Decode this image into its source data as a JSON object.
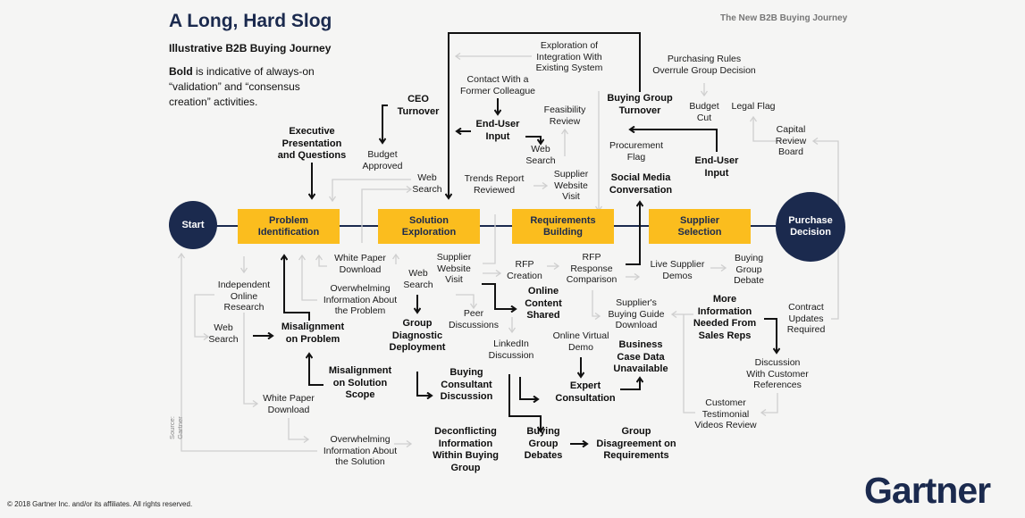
{
  "header": {
    "title": "A Long, Hard Slog",
    "subtitle": "Illustrative B2B Buying Journey",
    "legend_bold": "Bold",
    "legend_rest": " is indicative of always-on\n“validation” and “consensus\ncreation” activities.",
    "top_right": "The New B2B Buying Journey"
  },
  "colors": {
    "navy": "#1b2a4e",
    "stage_yellow": "#fbbd1e",
    "background": "#f5f5f4",
    "minor_arrow": "#cfcfcf"
  },
  "stages": {
    "start": "Start",
    "problem": "Problem\nIdentification",
    "solution": "Solution\nExploration",
    "requirements": "Requirements\nBuilding",
    "supplier": "Supplier\nSelection",
    "purchase": "Purchase\nDecision"
  },
  "activities": {
    "exploration_integration": "Exploration of\nIntegration With\nExisting System",
    "contact_colleague": "Contact With a\nFormer Colleague",
    "feasibility": "Feasibility\nReview",
    "web_search_top": "Web\nSearch",
    "budget_approved": "Budget\nApproved",
    "web_search_2": "Web\nSearch",
    "trends_report": "Trends Report\nReviewed",
    "supplier_visit_top": "Supplier\nWebsite\nVisit",
    "purchasing_rules": "Purchasing Rules\nOverrule Group Decision",
    "budget_cut": "Budget\nCut",
    "legal_flag": "Legal Flag",
    "procurement_flag": "Procurement\nFlag",
    "capital_review": "Capital\nReview\nBoard",
    "white_paper_1": "White Paper\nDownload",
    "web_search_3": "Web\nSearch",
    "supplier_visit_2": "Supplier\nWebsite\nVisit",
    "rfp_creation": "RFP\nCreation",
    "rfp_response": "RFP\nResponse\nComparison",
    "live_demos": "Live Supplier\nDemos",
    "buying_group_debate": "Buying\nGroup\nDebate",
    "independent_research": "Independent\nOnline\nResearch",
    "overwhelming_problem": "Overwhelming\nInformation About\nthe Problem",
    "peer_discussions": "Peer\nDiscussions",
    "buying_guide": "Supplier's\nBuying Guide\nDownload",
    "contract_updates": "Contract\nUpdates\nRequired",
    "web_search_4": "Web\nSearch",
    "online_demo": "Online Virtual\nDemo",
    "linkedin": "LinkedIn\nDiscussion",
    "customer_references": "Discussion\nWith Customer\nReferences",
    "testimonial_videos": "Customer\nTestimonial\nVideos Review",
    "white_paper_2": "White Paper\nDownload",
    "overwhelming_solution": "Overwhelming\nInformation About\nthe Solution"
  },
  "bold_activities": {
    "ceo_turnover": "CEO\nTurnover",
    "executive_presentation": "Executive\nPresentation\nand Questions",
    "end_user_input_1": "End-User\nInput",
    "buying_group_turnover": "Buying Group\nTurnover",
    "end_user_input_2": "End-User\nInput",
    "social_media": "Social Media\nConversation",
    "online_content": "Online\nContent\nShared",
    "misalignment_problem": "Misalignment\non Problem",
    "group_diagnostic": "Group\nDiagnostic\nDeployment",
    "more_information": "More\nInformation\nNeeded From\nSales Reps",
    "business_case": "Business\nCase Data\nUnavailable",
    "misalignment_scope": "Misalignment\non Solution\nScope",
    "buying_consultant": "Buying\nConsultant\nDiscussion",
    "expert_consultation": "Expert\nConsultation",
    "deconflicting": "Deconflicting\nInformation\nWithin Buying\nGroup",
    "buying_group_debates": "Buying\nGroup\nDebates",
    "group_disagreement": "Group\nDisagreement on\nRequirements"
  },
  "footer": {
    "source": "Source: Gartner",
    "copyright": "© 2018 Gartner Inc. and/or its affiliates. All rights reserved.",
    "logo": "Gartner"
  }
}
